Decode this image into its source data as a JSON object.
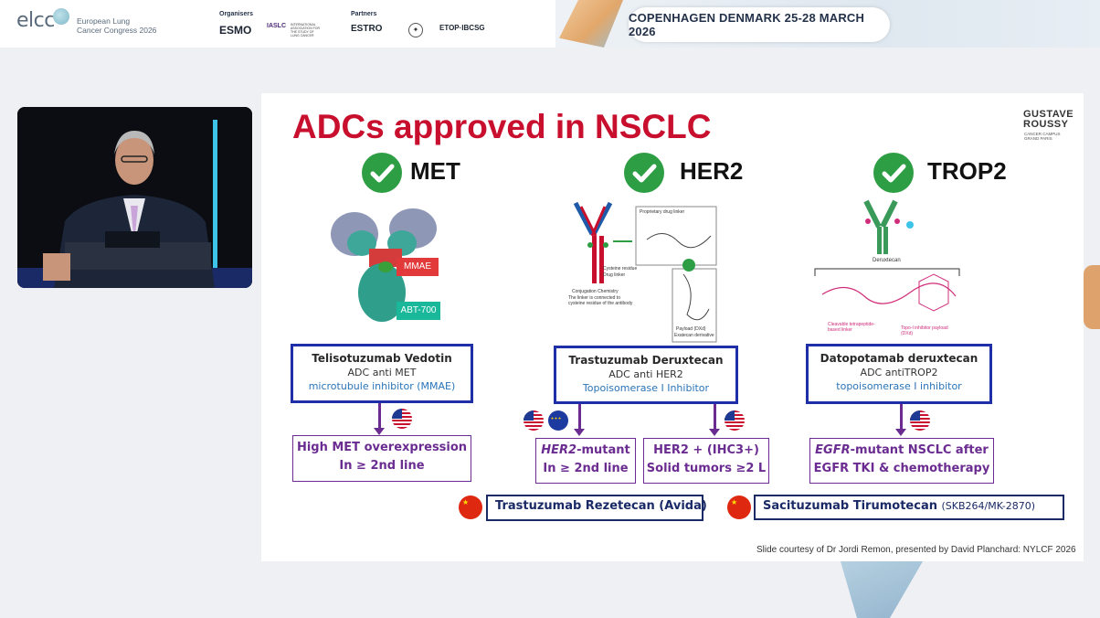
{
  "header": {
    "logo": "elcc",
    "congress_line1": "European Lung",
    "congress_line2": "Cancer Congress 2026",
    "organisers_label": "Organisers",
    "organiser_1": "ESMO",
    "organiser_2": "IASLC",
    "organiser_2_sub": "INTERNATIONAL ASSOCIATION FOR THE STUDY OF LUNG CANCER",
    "partners_label": "Partners",
    "partner_1": "ESTRO",
    "partner_2": "ETOP·IBCSG",
    "date_location": "COPENHAGEN DENMARK 25-28 MARCH 2026"
  },
  "slide": {
    "title": "ADCs approved in NSCLC",
    "institution_line1": "GUSTAVE",
    "institution_line2": "ROUSSY",
    "institution_sub": "CANCER CAMPUS GRAND PARIS",
    "targets": [
      {
        "name": "MET",
        "diagram_labels": [
          "MMAE",
          "ABT-700"
        ],
        "drug": "Telisotuzumab Vedotin",
        "mechanism": "ADC anti MET",
        "payload": "microtubule inhibitor (MMAE)",
        "indications": [
          {
            "line1": "High MET overexpression",
            "line2": "In ≥ 2nd line"
          }
        ]
      },
      {
        "name": "HER2",
        "diagram_labels": [
          "Proprietary drug linker",
          "Cysteine residue",
          "Drug linker",
          "Conjugation Chemistry",
          "The linker is connected to cysteine residue of the antibody",
          "Payload (DXd)",
          "Exatecan derivative"
        ],
        "drug": "Trastuzumab Deruxtecan",
        "mechanism": "ADC anti HER2",
        "payload": "Topoisomerase I Inhibitor",
        "indications": [
          {
            "line1_italic": "HER2",
            "line1_rest": "-mutant",
            "line2": "In ≥ 2nd line"
          },
          {
            "line1": "HER2 + (IHC3+)",
            "line2": "Solid tumors ≥2 L"
          }
        ]
      },
      {
        "name": "TROP2",
        "diagram_labels": [
          "Deruxtecan",
          "Cleavable tetrapeptide-based linker",
          "Topo-I inhibitor payload (DXd)"
        ],
        "drug": "Datopotamab deruxtecan",
        "mechanism": "ADC antiTROP2",
        "payload": "topoisomerase I inhibitor",
        "indications": [
          {
            "line1_italic": "EGFR",
            "line1_rest": "-mutant NSCLC after",
            "line2": "EGFR TKI & chemotherapy"
          }
        ]
      }
    ],
    "china_1": "Trastuzumab Rezetecan (Avida)",
    "china_2_main": "Sacituzumab Tirumotecan",
    "china_2_sub": "(SKB264/MK-2870)",
    "credit": "Slide courtesy of Dr Jordi Remon, presented by David Planchard: NYLCF 2026"
  },
  "colors": {
    "title_red": "#c8102e",
    "check_green": "#2e9e44",
    "box_blue": "#1f2fa8",
    "indication_purple": "#6b2c91",
    "payload_blue": "#2a74b8"
  }
}
